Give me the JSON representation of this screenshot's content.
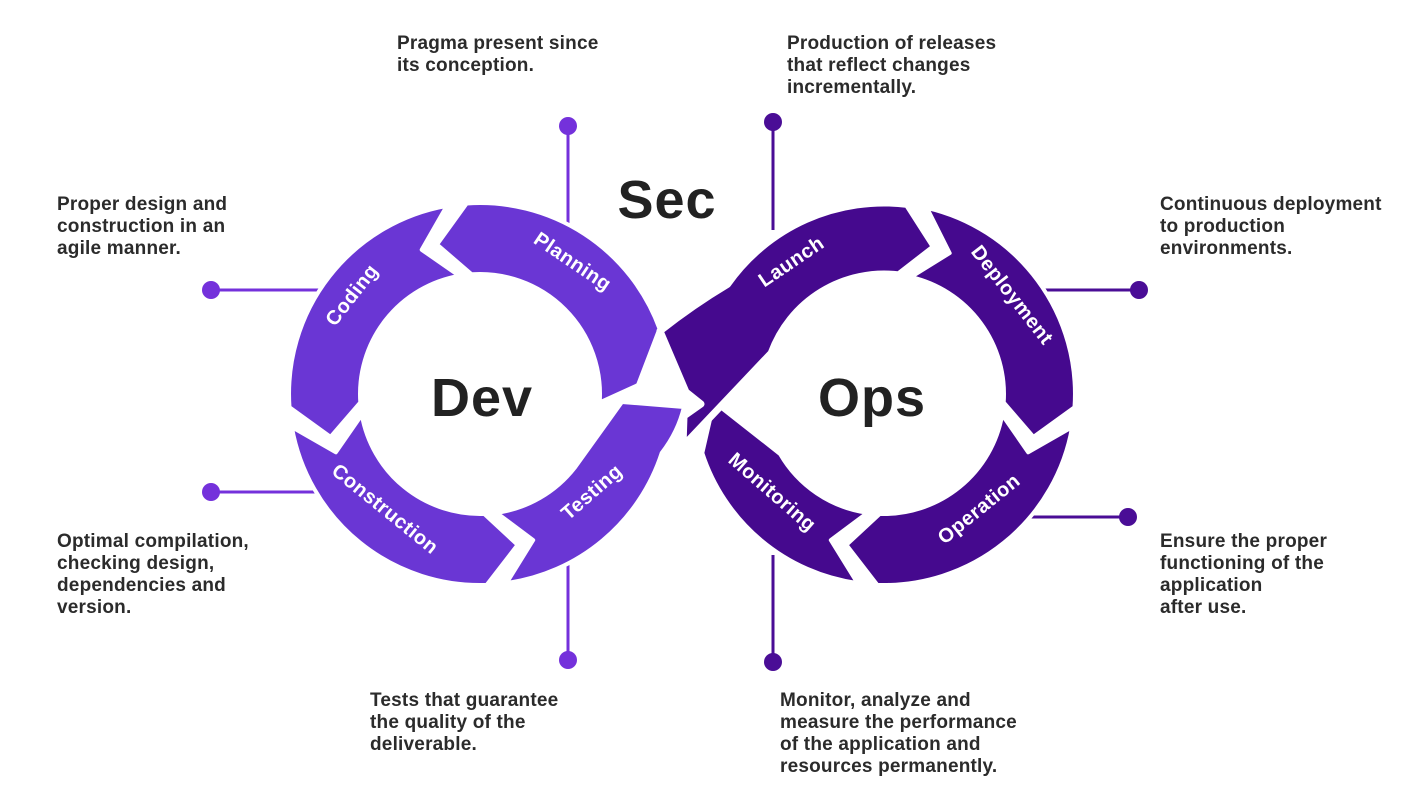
{
  "diagram": {
    "title_parts": {
      "dev": "Dev",
      "sec": "Sec",
      "ops": "Ops"
    },
    "dev_loop": {
      "name": "Dev",
      "segments": [
        {
          "id": "planning",
          "label": "Planning"
        },
        {
          "id": "coding",
          "label": "Coding"
        },
        {
          "id": "construction",
          "label": "Construction"
        },
        {
          "id": "testing",
          "label": "Testing"
        }
      ]
    },
    "ops_loop": {
      "name": "Ops",
      "segments": [
        {
          "id": "launch",
          "label": "Launch"
        },
        {
          "id": "deployment",
          "label": "Deployment"
        },
        {
          "id": "operation",
          "label": "Operation"
        },
        {
          "id": "monitoring",
          "label": "Monitoring"
        }
      ]
    },
    "callouts": {
      "planning": {
        "text": "Pragma present since\nits conception."
      },
      "launch": {
        "text": "Production of releases\nthat reflect changes\nincrementally."
      },
      "coding": {
        "text": "Proper design and\nconstruction in an\nagile manner."
      },
      "deployment": {
        "text": "Continuous deployment\nto production\nenvironments."
      },
      "construction": {
        "text": "Optimal compilation,\nchecking design,\ndependencies and\nversion."
      },
      "operation": {
        "text": "Ensure the proper\nfunctioning of the\napplication\nafter use."
      },
      "testing": {
        "text": "Tests that guarantee\nthe quality of the\ndeliverable."
      },
      "monitoring": {
        "text": "Monitor, analyze and\nmeasure the performance\nof the application and\nresources permanently."
      }
    },
    "colors": {
      "dev_loop": "#6A36D4",
      "ops_loop": "#45098E",
      "dev_connector": "#7431DB",
      "ops_connector": "#4A0D96",
      "segment_label_text": "#FFFFFF",
      "body_text": "#2B2B2B",
      "heading_text": "#222222",
      "background": "#FFFFFF"
    }
  }
}
